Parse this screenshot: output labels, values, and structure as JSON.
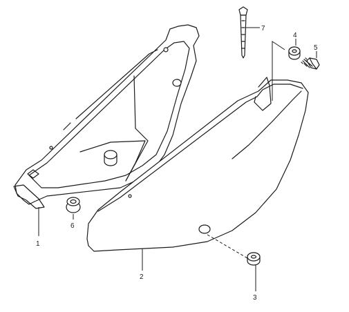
{
  "callouts": {
    "c1": "1",
    "c2": "2",
    "c3": "3",
    "c4": "4",
    "c5": "5",
    "c6": "6",
    "c7": "7"
  },
  "parts": [
    {
      "callout": "1",
      "icon": "left-frame-cover"
    },
    {
      "callout": "2",
      "icon": "right-frame-cover"
    },
    {
      "callout": "3",
      "icon": "grommet-cushion"
    },
    {
      "callout": "4",
      "icon": "collar-spacer"
    },
    {
      "callout": "5",
      "icon": "hex-bolt"
    },
    {
      "callout": "6",
      "icon": "rubber-cushion"
    },
    {
      "callout": "7",
      "icon": "cable-tie"
    }
  ]
}
